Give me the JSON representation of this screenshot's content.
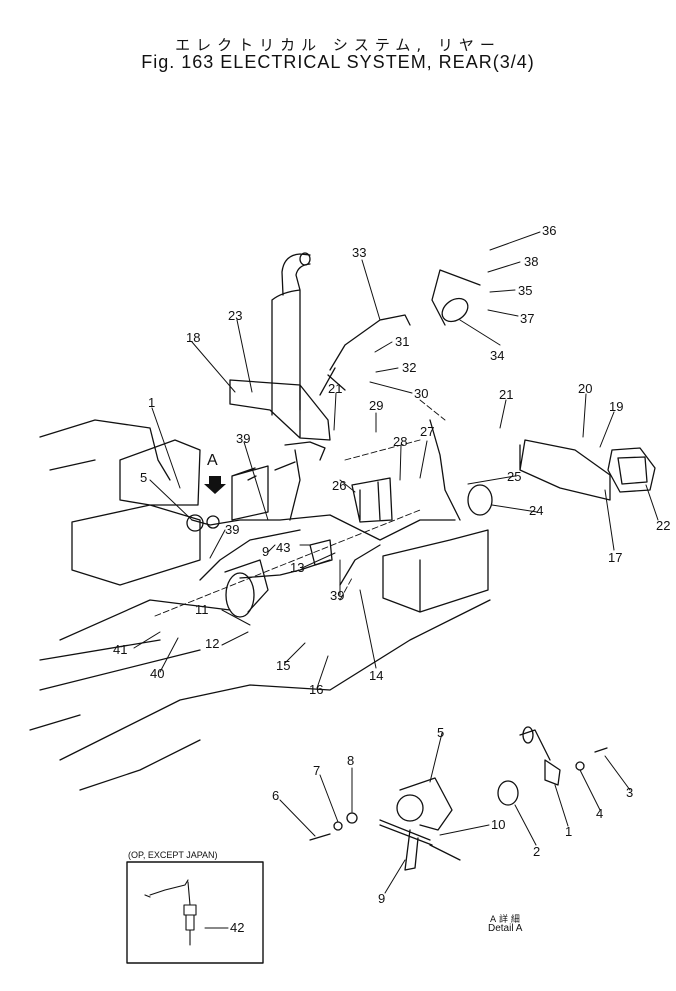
{
  "header": {
    "title_jp": "エレクトリカル システム, リヤー",
    "title_en": "Fig. 163 ELECTRICAL SYSTEM, REAR(3/4)"
  },
  "view_arrow": {
    "label": "A"
  },
  "inset": {
    "caption": "(OP, EXCEPT JAPAN)"
  },
  "detail": {
    "label_jp": "A 詳 細",
    "label_en": "Detail A"
  },
  "callouts": {
    "main": [
      "36",
      "38",
      "35",
      "37",
      "34",
      "33",
      "31",
      "32",
      "30",
      "23",
      "18",
      "21",
      "29",
      "28",
      "27",
      "1",
      "39",
      "5",
      "26",
      "21",
      "20",
      "19",
      "25",
      "24",
      "22",
      "17",
      "39",
      "9",
      "43",
      "13",
      "11",
      "12",
      "41",
      "40",
      "15",
      "16",
      "39",
      "14"
    ],
    "detail_a": [
      "5",
      "8",
      "7",
      "6",
      "9",
      "10",
      "2",
      "1",
      "4",
      "3"
    ],
    "inset": [
      "42"
    ]
  }
}
